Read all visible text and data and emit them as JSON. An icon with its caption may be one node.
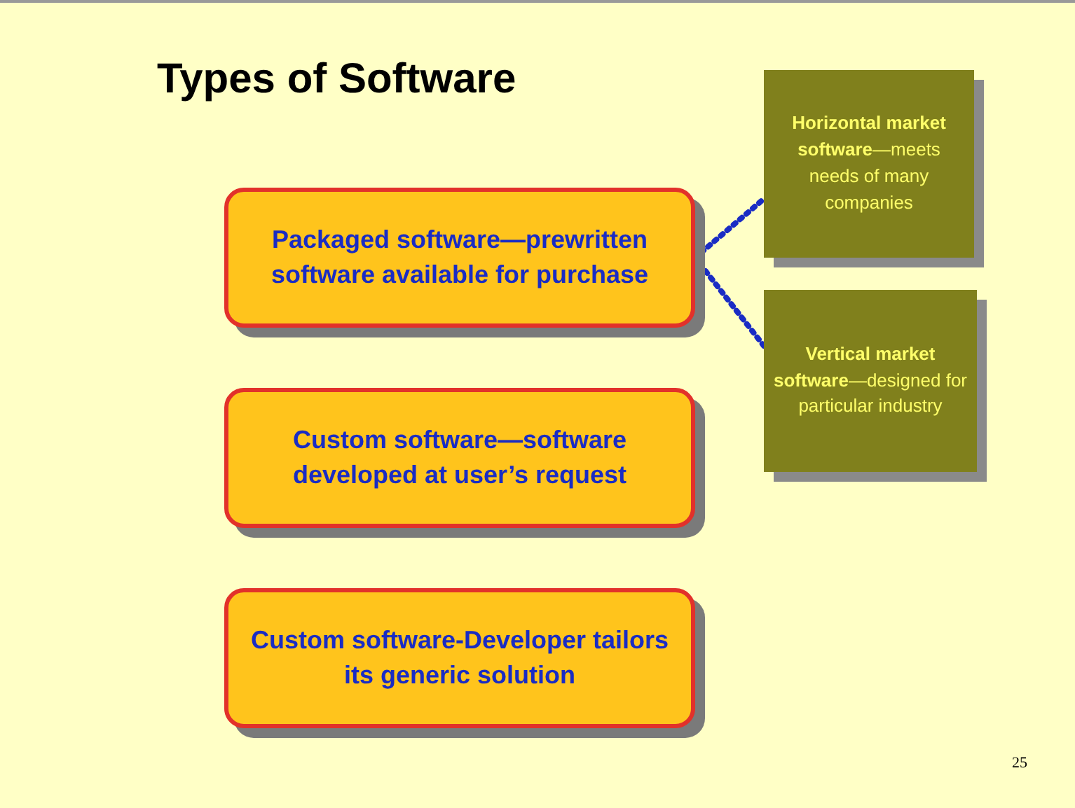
{
  "diagram": {
    "title": "Types of Software",
    "nodes": [
      {
        "text": [
          "Packaged software—prewritten software available for purchase"
        ]
      },
      {
        "text": [
          "**Horizontal market software**—meets needs of many companies"
        ]
      },
      {
        "text": [
          "**Vertical market software**—designed for particular industry"
        ]
      },
      {
        "text": [
          "Custom software—software developed at user’s request"
        ]
      },
      {
        "text": [
          "Custom software-Developer tailors its generic solution"
        ]
      }
    ],
    "edges": [
      {
        "from": 0,
        "to": 1,
        "arrow": "none",
        "style": "dashed"
      },
      {
        "from": 0,
        "to": 2,
        "arrow": "none",
        "style": "dashed"
      }
    ],
    "labels": [
      "25"
    ]
  }
}
